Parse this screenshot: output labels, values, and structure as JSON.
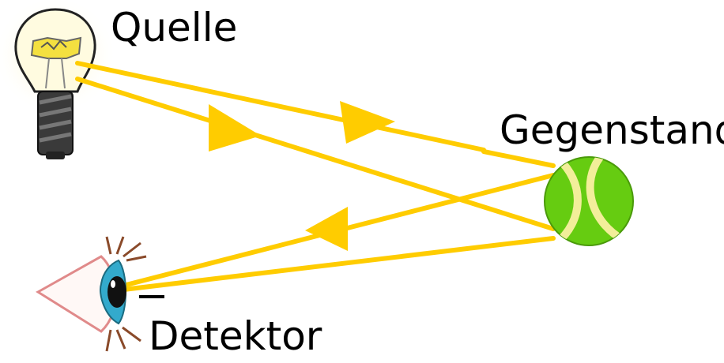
{
  "labels": {
    "source": "Quelle",
    "object": "Gegenstand",
    "detector": "Detektor"
  },
  "icons": {
    "source": "light-bulb-icon",
    "object": "tennis-ball-icon",
    "detector": "eye-icon"
  },
  "colors": {
    "ray": "#ffcc00",
    "ball": "#66cc11",
    "ball_seam": "#f2ee9a",
    "bulb_glow": "#fff6a8",
    "bulb_base": "#333333",
    "iris": "#33aacc",
    "eyelid": "#e08a8a",
    "lashes": "#8a4a2a"
  }
}
